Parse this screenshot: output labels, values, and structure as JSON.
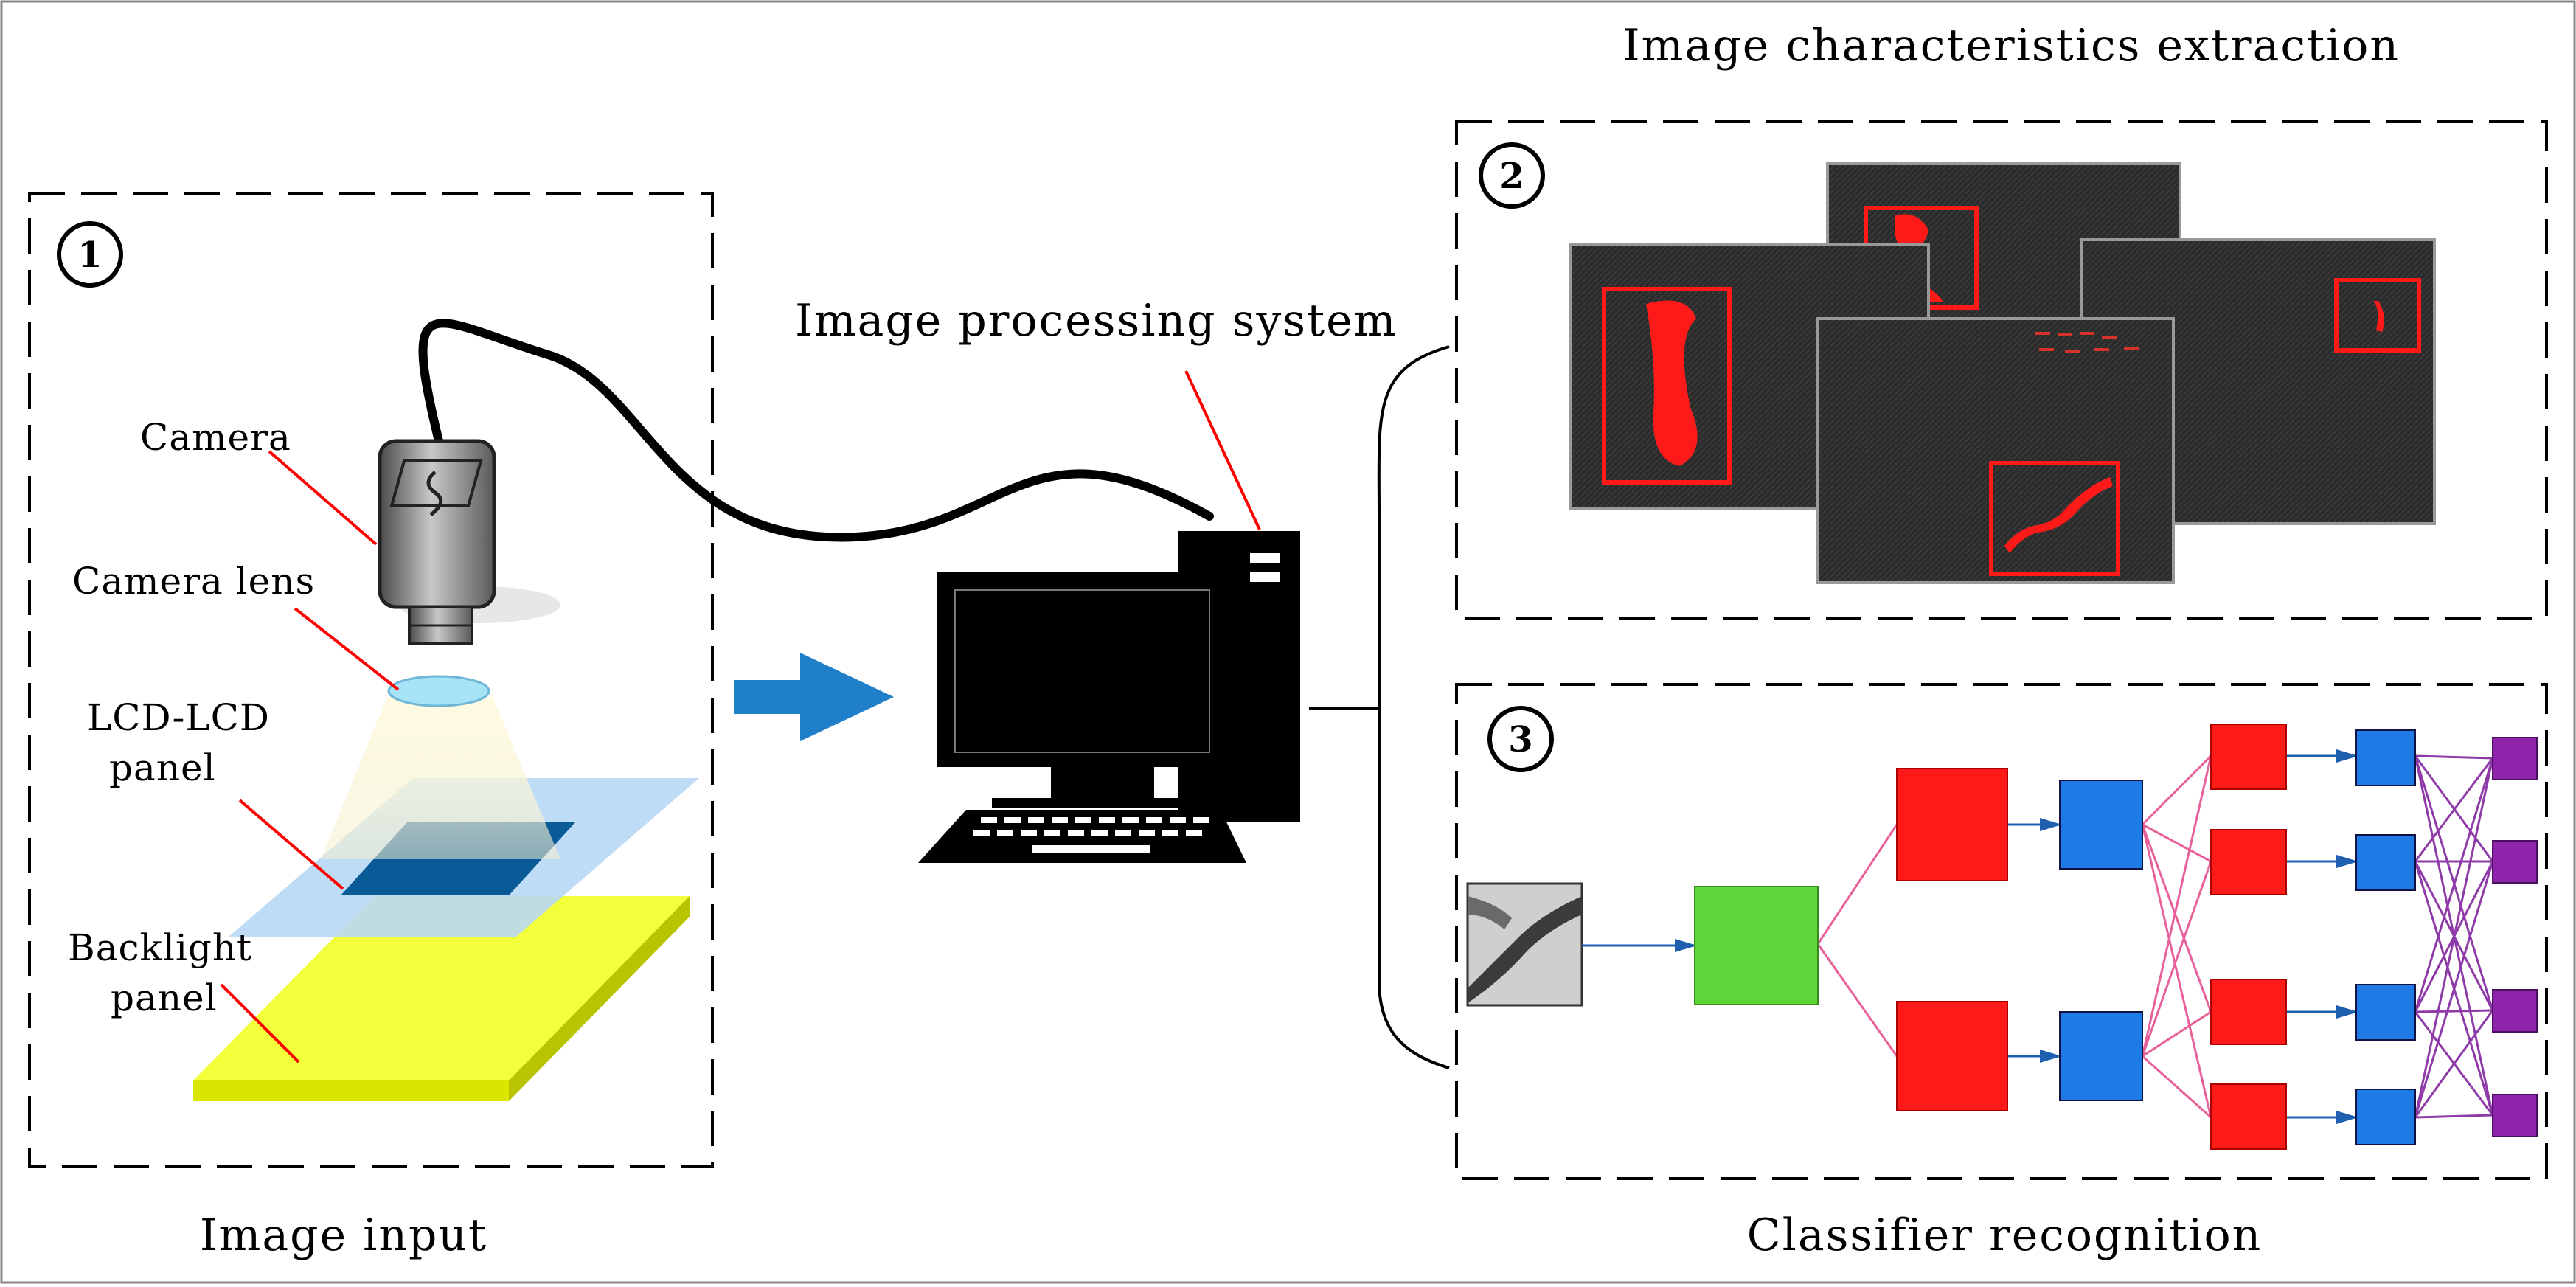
{
  "labels": {
    "image_input": "Image input",
    "image_processing_system": "Image processing system",
    "image_characteristics_extraction": "Image characteristics extraction",
    "classifier_recognition": "Classifier recognition",
    "camera": "Camera",
    "camera_lens": "Camera lens",
    "lcd_line1": "LCD-LCD",
    "lcd_line2": "panel",
    "backlight_line1": "Backlight",
    "backlight_line2": "panel"
  },
  "steps": {
    "one": "1",
    "two": "2",
    "three": "3"
  },
  "colors": {
    "red_box": "#ff1a1a",
    "blue_box": "#1e7be6",
    "green_box": "#5ed63a",
    "purple_box": "#8e24aa",
    "arrow_blue": "#1f7fc8",
    "backlight_yellow": "#f2ff3a",
    "lcd_light_blue": "#b8d8f5",
    "lcd_dark_blue": "#0b5a98",
    "leader_red": "#ff0000",
    "pink_edges": "#e8609a",
    "purple_edges": "#8e3aa8"
  },
  "icons": [
    "camera-icon",
    "computer-icon",
    "arrow-right-icon"
  ]
}
